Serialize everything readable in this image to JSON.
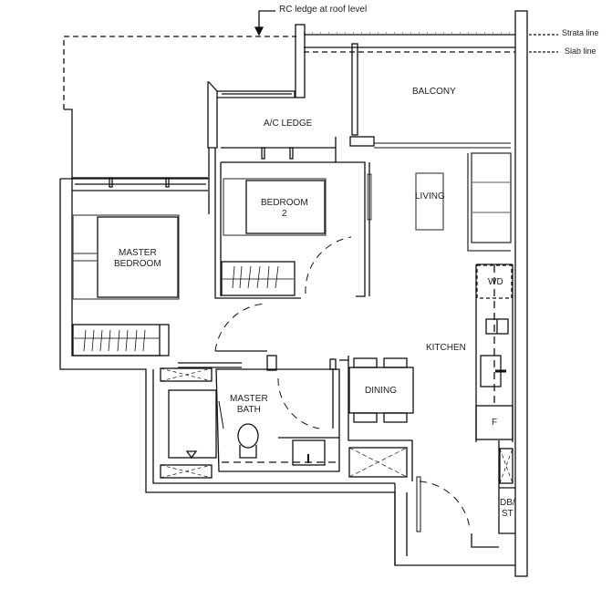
{
  "annotations": {
    "rc_ledge": "RC ledge at roof level",
    "strata_line": "Strata line",
    "slab_line": "Slab line"
  },
  "rooms": {
    "balcony": "BALCONY",
    "ac_ledge": "A/C LEDGE",
    "bedroom2_line1": "BEDROOM",
    "bedroom2_line2": "2",
    "master_bedroom_line1": "MASTER",
    "master_bedroom_line2": "BEDROOM",
    "living": "LIVING",
    "kitchen": "KITCHEN",
    "dining": "DINING",
    "master_bath_line1": "MASTER",
    "master_bath_line2": "BATH",
    "db_st_line1": "DB/",
    "db_st_line2": "ST"
  },
  "fixtures": {
    "washer_dryer": "WD",
    "fridge": "F"
  },
  "colors": {
    "line": "#111111",
    "furniture": "#555555",
    "background": "#ffffff"
  }
}
